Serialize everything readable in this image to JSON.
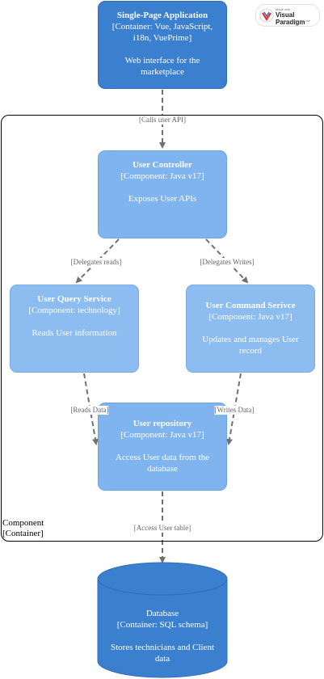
{
  "watermark": {
    "line1": "Made with",
    "line2": "Visual Paradigm",
    "line3": "For non-commercial use"
  },
  "boundary": {
    "name": "Component",
    "type": "[Container]"
  },
  "nodes": {
    "spa": {
      "title": "Single-Page Application",
      "tech1": "[Container: Vue, JavaScript,",
      "tech2": "i18n, VuePrime]",
      "desc1": "Web interface for the",
      "desc2": "marketplace"
    },
    "controller": {
      "title": "User Controller",
      "tech": "[Component: Java v17]",
      "desc": "Exposes User APIs"
    },
    "query": {
      "title": "User Query Service",
      "tech": "[Component: technology]",
      "desc": "Reads User information"
    },
    "command": {
      "title": "User Command Serivce",
      "tech": "[Component: Java v17]",
      "desc1": "Updates and manages User",
      "desc2": "record"
    },
    "repository": {
      "title": "User repository",
      "tech": "[Component: Java v17]",
      "desc1": "Access User data from the",
      "desc2": "database"
    },
    "database": {
      "title": "Database",
      "tech": "[Container: SQL schema]",
      "desc1": "Stores technicians and Client",
      "desc2": "data"
    }
  },
  "edges": {
    "calls_user_api": "[Calls user API]",
    "delegates_reads": "[Delegates reads]",
    "delegates_writes": "[Delegates Writes]",
    "reads_data": "[Reads Data]",
    "writes_data": "[Writes Data]",
    "access_user_table": "[Access User table]"
  },
  "colors": {
    "container": "#3b7fcf",
    "component": "#7fb4ee",
    "arrow": "#707070",
    "label": "#666666"
  }
}
